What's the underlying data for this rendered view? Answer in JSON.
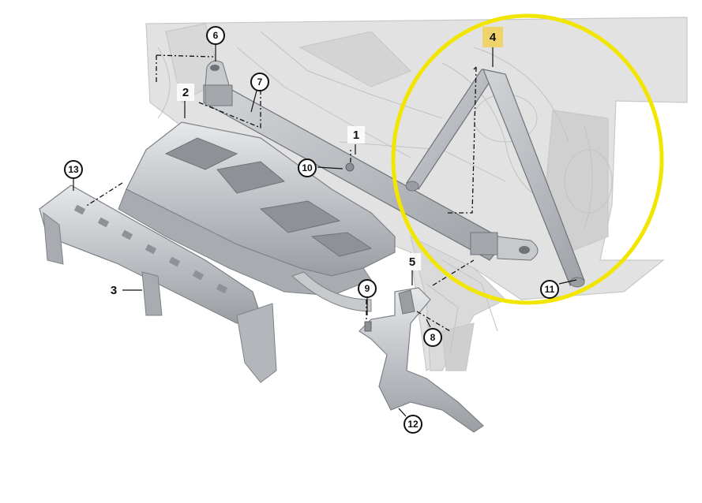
{
  "colors": {
    "background": "#ffffff",
    "ghost_body": "#dcdcdc",
    "ghost_line": "#c4c4c4",
    "part_fill": "#b9bcc0",
    "part_dark": "#8b8f94",
    "part_light": "#e3e5e7",
    "highlight_ring": "#f2e600",
    "highlight_label_bg": "#f0d36a"
  },
  "callouts": [
    {
      "id": "c1",
      "label": "1",
      "style": "plain"
    },
    {
      "id": "c2",
      "label": "2",
      "style": "plain"
    },
    {
      "id": "c3",
      "label": "3",
      "style": "plain"
    },
    {
      "id": "c4",
      "label": "4",
      "style": "highlight"
    },
    {
      "id": "c5",
      "label": "5",
      "style": "plain"
    },
    {
      "id": "c6",
      "label": "6",
      "style": "circled"
    },
    {
      "id": "c7",
      "label": "7",
      "style": "circled"
    },
    {
      "id": "c8",
      "label": "8",
      "style": "circled"
    },
    {
      "id": "c9",
      "label": "9",
      "style": "circled"
    },
    {
      "id": "c10",
      "label": "10",
      "style": "circled"
    },
    {
      "id": "c11",
      "label": "11",
      "style": "circled"
    },
    {
      "id": "c12",
      "label": "12",
      "style": "circled"
    },
    {
      "id": "c13",
      "label": "13",
      "style": "circled"
    }
  ]
}
